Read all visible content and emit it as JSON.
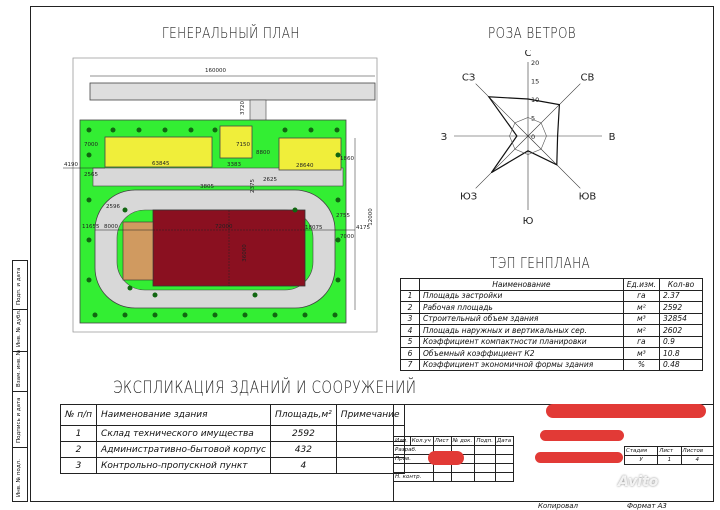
{
  "titles": {
    "general_plan": "ГЕНЕРАЛЬНЫЙ ПЛАН",
    "wind_rose": "РОЗА ВЕТРОВ",
    "tep": "ТЭП ГЕНПЛАНА",
    "explication": "ЭКСПЛИКАЦИЯ ЗДАНИЙ И СООРУЖЕНИЙ"
  },
  "plan": {
    "dims": {
      "total_width": "160000",
      "road_top": "3720",
      "left_offset": "4190",
      "bldg_left": "63845",
      "bldg_mid": "3383",
      "bldg_right": "28640",
      "gap1": "7000",
      "gap2": "7150",
      "gap3": "8800",
      "gap4": "3805",
      "gap5": "2625",
      "gap6": "2375",
      "main_w": "72000",
      "main_h": "36000",
      "left1": "11655",
      "left2": "8000",
      "right1": "18075",
      "right2": "2755",
      "right3": "4175",
      "right4": "7000",
      "right5": "12000",
      "right6": "8000",
      "right7": "1860",
      "left3": "2565",
      "left4": "7000",
      "small1": "2596"
    }
  },
  "wind_rose": {
    "directions": [
      "С",
      "СВ",
      "В",
      "ЮВ",
      "Ю",
      "ЮЗ",
      "З",
      "СЗ"
    ],
    "values": [
      10,
      12,
      8,
      11,
      4,
      14,
      3,
      15
    ],
    "scale": [
      "20",
      "15",
      "10",
      "5",
      "0"
    ]
  },
  "tep": {
    "headers": [
      "",
      "Наименование",
      "Ед.изм.",
      "Кол-во"
    ],
    "rows": [
      {
        "n": "1",
        "name": "Площадь застройки",
        "unit": "га",
        "val": "2.37"
      },
      {
        "n": "2",
        "name": "Рабочая площадь",
        "unit": "м²",
        "val": "2592"
      },
      {
        "n": "3",
        "name": "Строительный объем здания",
        "unit": "м³",
        "val": "32854"
      },
      {
        "n": "4",
        "name": "Площадь наружных и вертикальных сер.",
        "unit": "м²",
        "val": "2602"
      },
      {
        "n": "5",
        "name": "Коэффициент компактности планировки",
        "unit": "га",
        "val": "0.9"
      },
      {
        "n": "6",
        "name": "Объемный коэффициент К2",
        "unit": "м³",
        "val": "10.8"
      },
      {
        "n": "7",
        "name": "Коэффициент экономичной формы здания",
        "unit": "%",
        "val": "0.48"
      }
    ]
  },
  "explication": {
    "headers": [
      "№ п/п",
      "Наименование здания",
      "Площадь,м²",
      "Примечание"
    ],
    "rows": [
      {
        "n": "1",
        "name": "Склад технического имущества",
        "area": "2592",
        "note": ""
      },
      {
        "n": "2",
        "name": "Административно-бытовой корпус",
        "area": "432",
        "note": ""
      },
      {
        "n": "3",
        "name": "Контрольно-пропускной пункт",
        "area": "4",
        "note": ""
      }
    ]
  },
  "stamp": {
    "head": [
      "Изм.",
      "Кол.уч",
      "Лист",
      "№ док.",
      "Подп.",
      "Дата"
    ],
    "razrab": "Разраб.",
    "prov": "Пров.",
    "n_kontr": "Н. контр.",
    "stage_head": [
      "Стадия",
      "Лист",
      "Листов"
    ],
    "stage_vals": [
      "У",
      "1",
      "4"
    ],
    "kopiroval": "Копировал",
    "format": "Формат А3",
    "watermark": "Avito"
  },
  "side_strip": [
    "Инв. № подл.",
    "Подпись и дата",
    "Взам. инв. №",
    "Инв. № дубл.",
    "Подп. и дата"
  ]
}
